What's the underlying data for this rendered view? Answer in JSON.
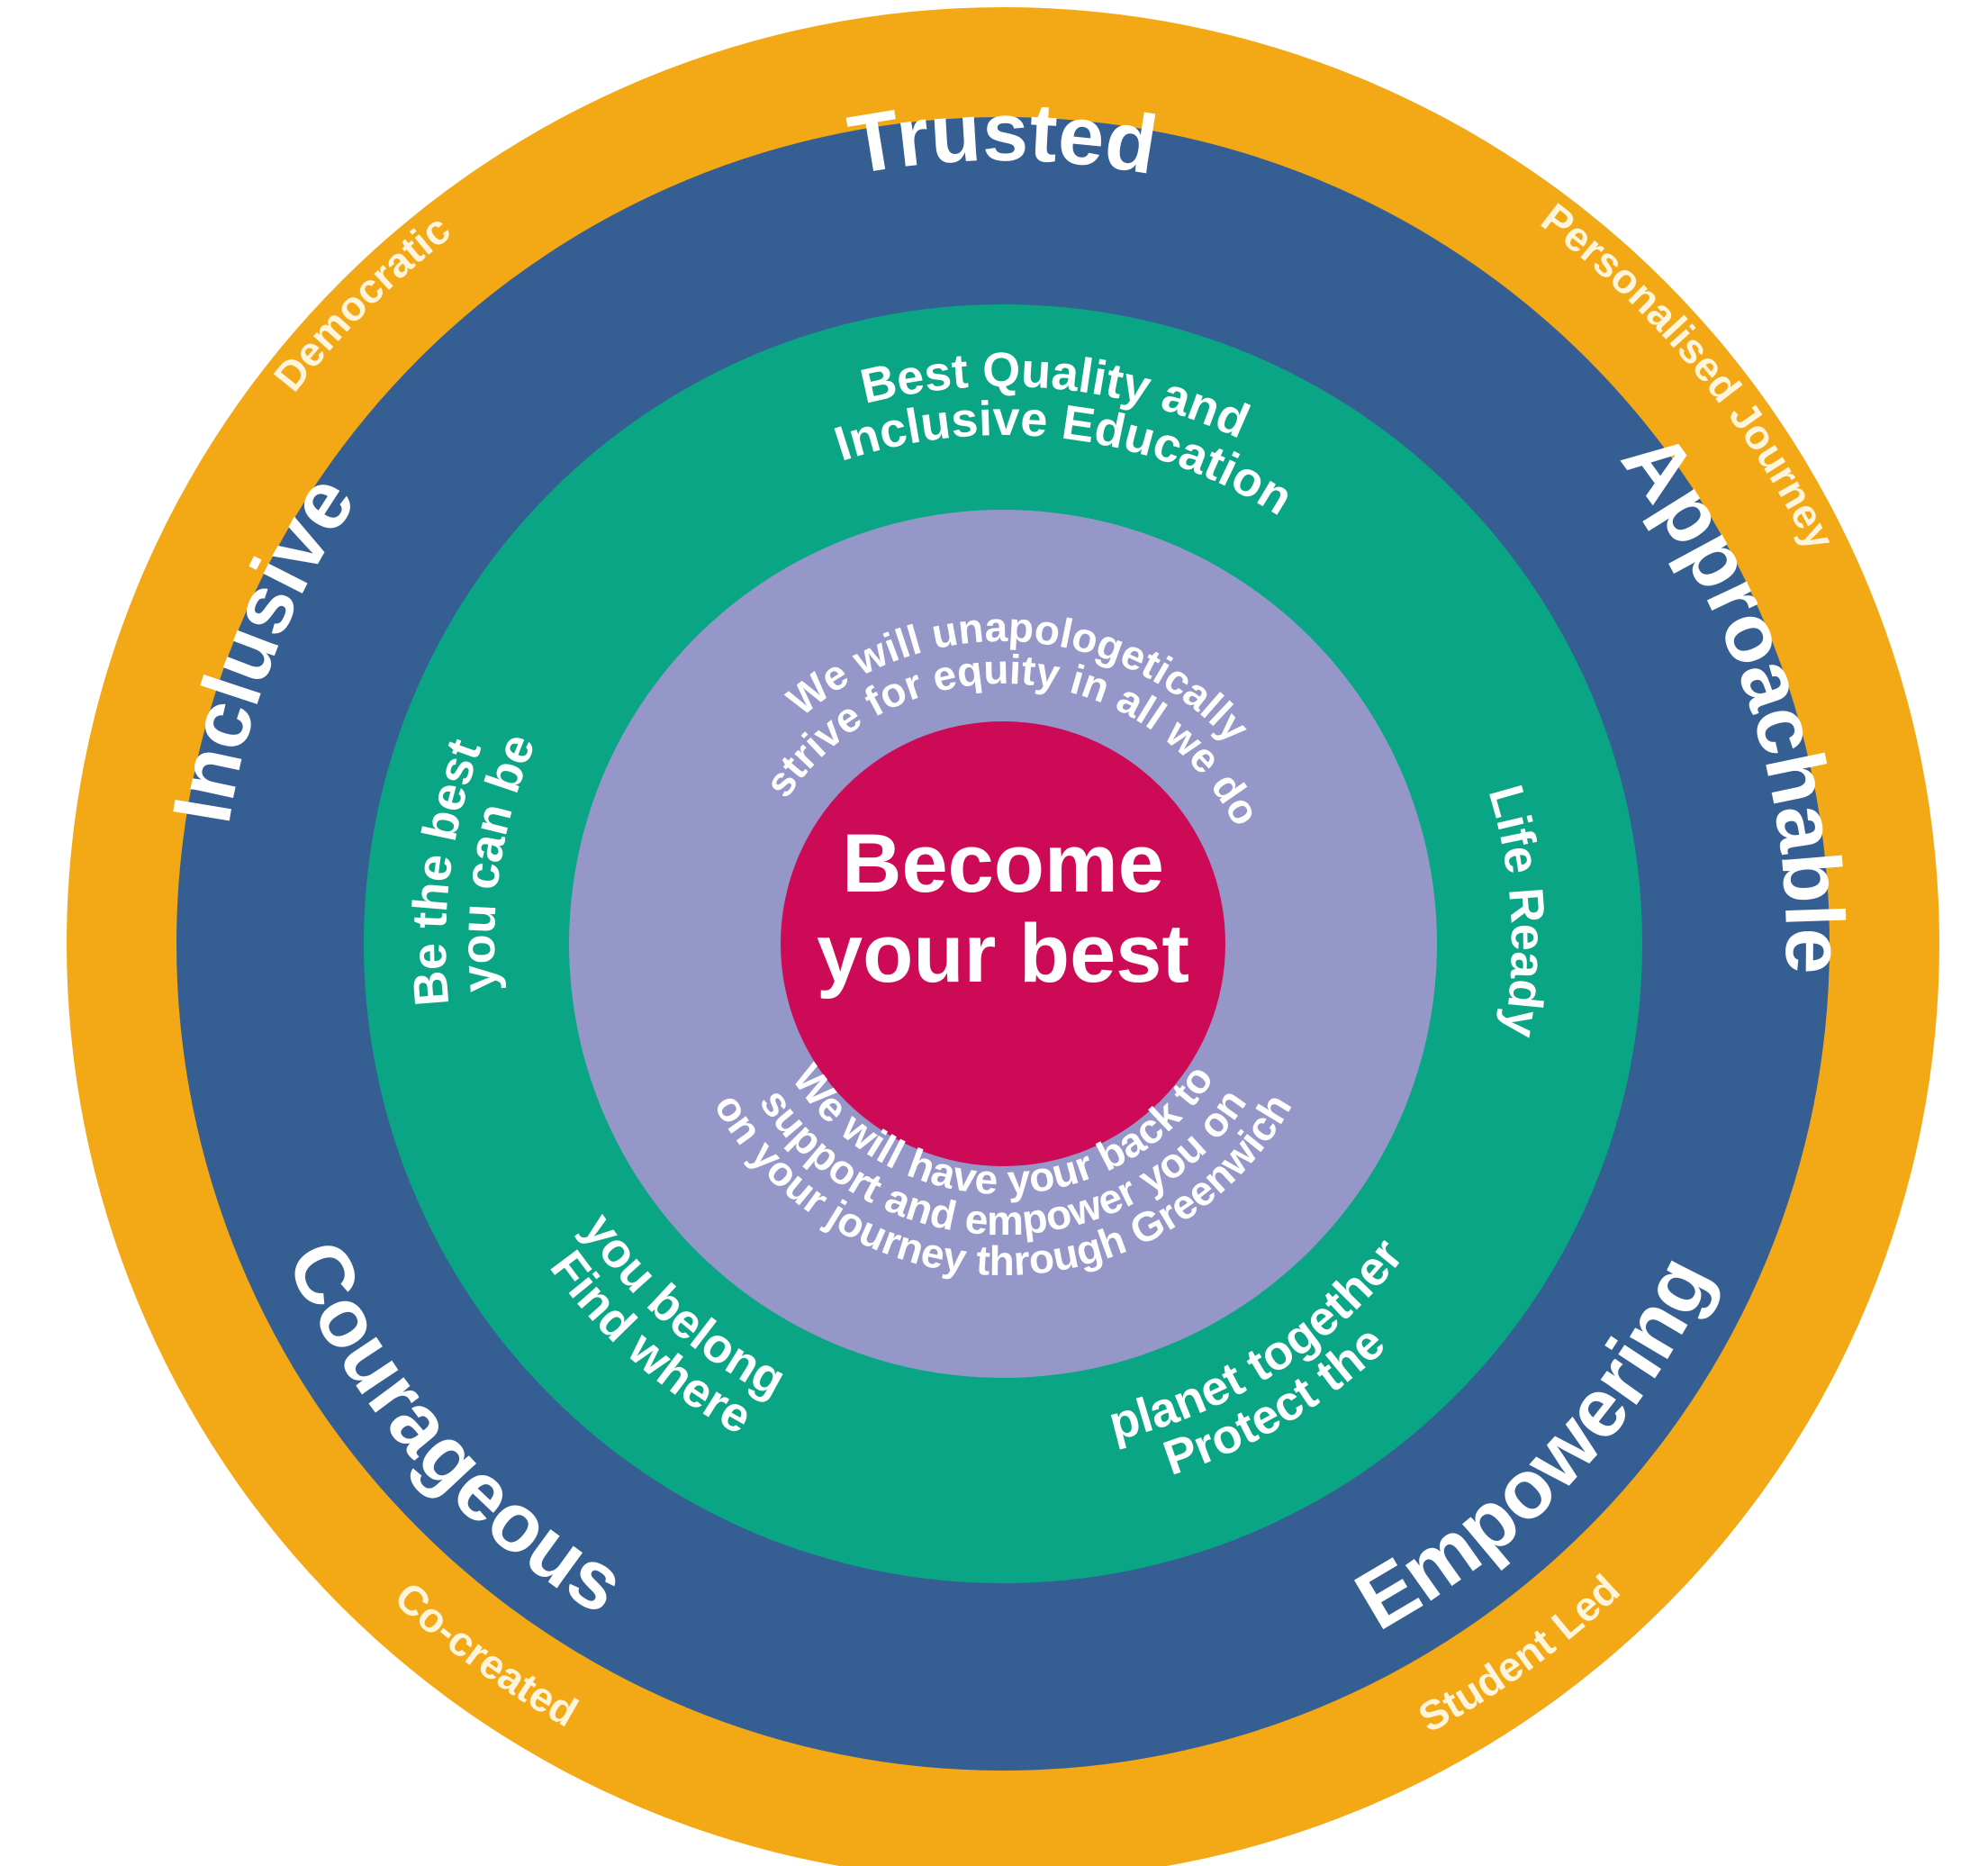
{
  "colors": {
    "orange_ring": "#f3a815",
    "blue_ring": "#355f93",
    "green_ring": "#0aa584",
    "purple_ring": "#9597c8",
    "center": "#cd0a56",
    "text": "#ffffff"
  },
  "center": {
    "line1": "Become",
    "line2": "your best"
  },
  "purple_ring": {
    "top_line1": "We will unapologetically",
    "top_line2": "strive for equity in all we do",
    "bottom_line1": "We will have your back to",
    "bottom_line2": "support and empower you on",
    "bottom_line3": "on your journey through Greenwich"
  },
  "green_ring": {
    "top_line1": "Best Quality and",
    "top_line2": "Inclusive Education",
    "left_line1": "Be the best",
    "left_line2": "you can be",
    "right_line1": "Life Ready",
    "bottom_left_line1": "Find where",
    "bottom_left_line2": "you belong",
    "bottom_right_line1": "Protect the",
    "bottom_right_line2": "planet together"
  },
  "blue_ring": {
    "top": "Trusted",
    "left": "Inclusive",
    "right": "Approachable",
    "bottom_left": "Courageous",
    "bottom_right": "Empowering"
  },
  "orange_ring": {
    "top_left": "Democratic",
    "top_right": "Personalised Journey",
    "bottom_left": "Co-created",
    "bottom_right": "Student Led"
  }
}
